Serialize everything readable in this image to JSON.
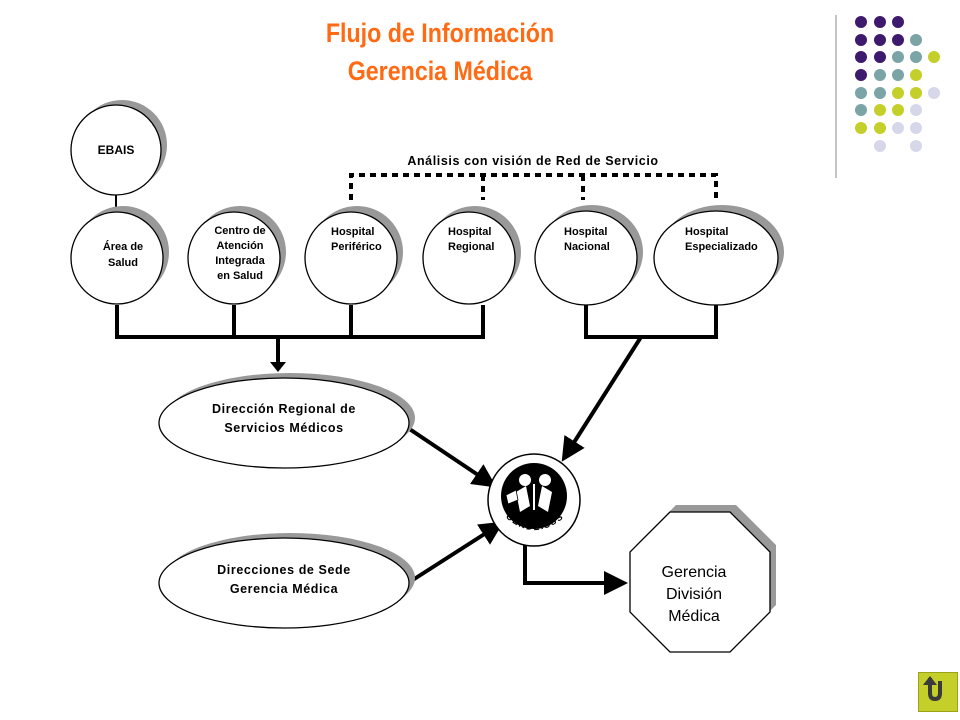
{
  "slide": {
    "title_line1": "Flujo de Información",
    "title_line2": "Gerencia Médica"
  },
  "nodes": {
    "ebais": "EBAIS",
    "area_salud": [
      "Área de",
      "Salud"
    ],
    "centro_atencion": [
      "Centro de",
      "Atención",
      "Integrada",
      "en Salud"
    ],
    "hospital_periferico": [
      "Hospital",
      "Periférico"
    ],
    "hospital_regional": [
      "Hospital",
      "Regional"
    ],
    "hospital_nacional": [
      "Hospital",
      "Nacional"
    ],
    "hospital_especializado": [
      "Hospital",
      "Especializado"
    ],
    "direccion_regional": [
      "Dirección Regional de",
      "Servicios Médicos"
    ],
    "direcciones_sede": [
      "Direcciones de Sede",
      "Gerencia Médica"
    ],
    "gerencia_division": [
      "Gerencia",
      "División",
      "Médica"
    ],
    "cendeisss_logo": "CENDEISSS"
  },
  "labels": {
    "red_servicio": "Análisis con visión de Red de Servicio"
  },
  "colors": {
    "title": "#ff6a13",
    "dot_purple": "#3d1a6e",
    "dot_teal": "#7aa4a6",
    "dot_olive": "#c4cf2a",
    "dot_lavender": "#d7d7ea",
    "nav_button": "#c4cf2a"
  },
  "icons": {
    "nav_button": "return-arrow-icon"
  }
}
